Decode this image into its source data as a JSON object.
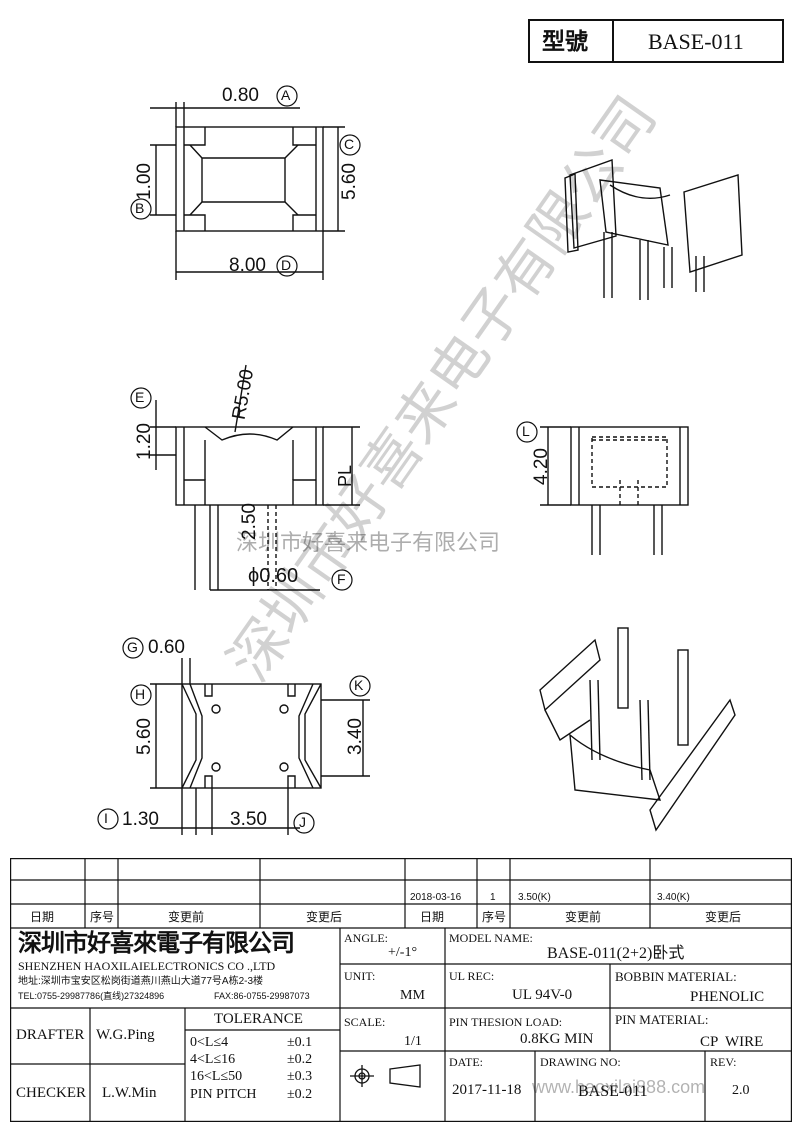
{
  "header": {
    "model_label": "型號",
    "model_value": "BASE-011"
  },
  "top_view": {
    "dims": {
      "a_val": "0.80",
      "a_tag": "A",
      "b_val": "1.00",
      "b_tag": "B",
      "c_val": "5.60",
      "c_tag": "C",
      "d_val": "8.00",
      "d_tag": "D"
    }
  },
  "front_view": {
    "dims": {
      "e_val": "1.20",
      "e_tag": "E",
      "radius": "R5.00",
      "pl": "PL",
      "pin_len": "2.50",
      "dia": "ϕ0.60",
      "f_tag": "F"
    }
  },
  "side_view": {
    "dims": {
      "l_val": "4.20",
      "l_tag": "L"
    }
  },
  "bottom_view": {
    "dims": {
      "g_tag": "G",
      "g_val": "0.60",
      "h_tag": "H",
      "h_val": "5.60",
      "k_tag": "K",
      "k_val": "3.40",
      "i_tag": "I",
      "i_val": "1.30",
      "j_val": "3.50",
      "j_tag": "J"
    }
  },
  "watermark": {
    "diagonal": "深圳市好喜来电子有限公司",
    "center": "深圳市好喜来电子有限公司",
    "site": "www.haoxilai888.com"
  },
  "revision_table": {
    "headers": [
      "日期",
      "序号",
      "变更前",
      "变更后",
      "日期",
      "序号",
      "变更前",
      "变更后"
    ],
    "row": {
      "date": "2018-03-16",
      "no": "1",
      "before": "3.50(K)",
      "after": "3.40(K)"
    }
  },
  "company": {
    "name": "深圳市好喜來電子有限公司",
    "name_en": "SHENZHEN HAOXILAIELECTRONICS CO .,LTD",
    "address": "地址:深圳市宝安区松岗街道燕川燕山大道77号A栋2-3楼",
    "tel": "TEL:0755-29987786(直线)27324896",
    "fax": "FAX:86-0755-29987073"
  },
  "title_block": {
    "angle_label": "ANGLE:",
    "angle_value": "+/-1°",
    "model_name_label": "MODEL NAME:",
    "model_name_value": "BASE-011(2+2)卧式",
    "unit_label": "UNIT:",
    "unit_value": "MM",
    "ul_rec_label": "UL REC:",
    "ul_rec_value": "UL 94V-0",
    "bobbin_label": "BOBBIN MATERIAL:",
    "bobbin_value": "PHENOLIC",
    "scale_label": "SCALE:",
    "scale_value": "1/1",
    "pin_load_label": "PIN THESION LOAD:",
    "pin_load_value": "0.8KG MIN",
    "pin_mat_label": "PIN MATERIAL:",
    "pin_mat_value": "CP  WIRE",
    "date_label": "DATE:",
    "date_value": "2017-11-18",
    "drawing_label": "DRAWING NO:",
    "drawing_value": "BASE-011",
    "rev_label": "REV:",
    "rev_value": "2.0",
    "drafter_label": "DRAFTER",
    "drafter_value": "W.G.Ping",
    "checker_label": "CHECKER",
    "checker_value": "L.W.Min",
    "tolerance_title": "TOLERANCE",
    "tolerance": [
      {
        "range": "0<L≤4",
        "tol": "±0.1"
      },
      {
        "range": "4<L≤16",
        "tol": "±0.2"
      },
      {
        "range": "16<L≤50",
        "tol": "±0.3"
      },
      {
        "range": "PIN PITCH",
        "tol": "±0.2"
      }
    ]
  }
}
